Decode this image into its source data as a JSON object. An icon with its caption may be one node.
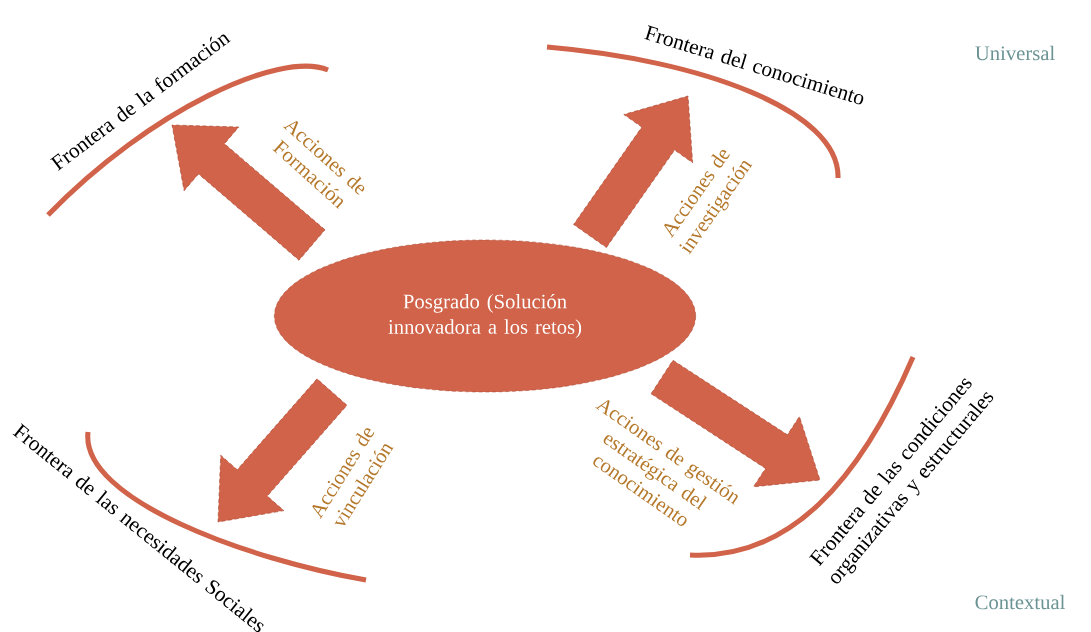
{
  "diagram": {
    "nodes": [
      {
        "text": [
          "Posgrado (Solución innovadora a los retos)"
        ]
      },
      {
        "text": [
          "Frontera de la formación"
        ]
      },
      {
        "text": [
          "Frontera del conocimiento"
        ]
      },
      {
        "text": [
          "Frontera de las necesidades Sociales"
        ]
      },
      {
        "text": [
          "Frontera de las condiciones organizativas y estructurales"
        ]
      }
    ],
    "edges": [
      {
        "from": 0,
        "to": 1,
        "arrow": "to",
        "label": "Acciones de Formación"
      },
      {
        "from": 0,
        "to": 2,
        "arrow": "to",
        "label": "Acciones de investigación"
      },
      {
        "from": 0,
        "to": 3,
        "arrow": "to",
        "label": "Acciones de vinculación"
      },
      {
        "from": 0,
        "to": 4,
        "arrow": "to",
        "label": "Acciones de gestión estratégica del conocimiento"
      }
    ],
    "labels": [
      "Universal",
      "Contextual"
    ]
  }
}
